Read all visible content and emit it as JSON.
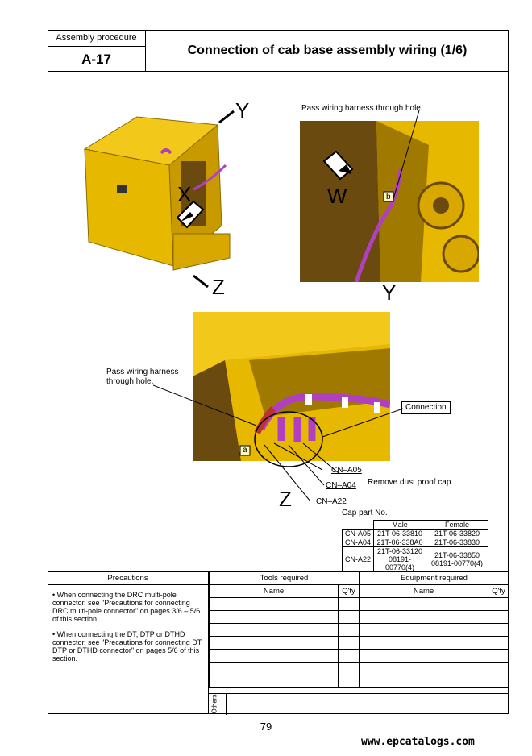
{
  "header": {
    "procedure_label": "Assembly procedure",
    "code": "A-17",
    "title": "Connection of cab base assembly wiring (1/6)"
  },
  "figure1": {
    "letters": [
      "Y",
      "X",
      "Z"
    ]
  },
  "figure2": {
    "note": "Pass wiring harness through hole.",
    "letter_w": "W",
    "letter_y": "Y",
    "tag_b": "b"
  },
  "figure3": {
    "note_line1": "Pass wiring harness",
    "note_line2": "through hole.",
    "connection_label": "Connection",
    "tag_a": "a",
    "letter_z": "Z",
    "connectors": [
      "CN–A05",
      "CN–A04",
      "CN–A22"
    ],
    "remove_note": "Remove dust proof cap"
  },
  "cap_table": {
    "title": "Cap part No.",
    "headers": [
      "",
      "Male",
      "Female"
    ],
    "rows": [
      [
        "CN-A05",
        "21T-06-33810",
        "21T-06-33820"
      ],
      [
        "CN-A04",
        "21T-06-338A0",
        "21T-06-33830"
      ],
      [
        "CN-A22",
        "21T-06-33120\n08191-00770(4)",
        "21T-06-33850\n08191-00770(4)"
      ]
    ]
  },
  "precautions": {
    "title": "Precautions",
    "items": [
      "• When connecting the DRC multi-pole connector, see \"Precautions for connecting DRC multi-pole connector\" on pages 3/6 – 5/6 of this section.",
      "• When connecting the DT, DTP or DTHD connector, see \"Precautions for connecting DT, DTP or DTHD connector\" on pages 5/6 of this section."
    ]
  },
  "tools": {
    "title": "Tools required",
    "name": "Name",
    "qty": "Q'ty"
  },
  "equipment": {
    "title": "Equipment required",
    "name": "Name",
    "qty": "Q'ty"
  },
  "others_label": "Others",
  "page_number": "79",
  "footer_url": "www.epcatalogs.com",
  "colors": {
    "machine_yellow": "#e7b800",
    "harness_purple": "#b040c0",
    "shadow": "#8a6a00"
  }
}
